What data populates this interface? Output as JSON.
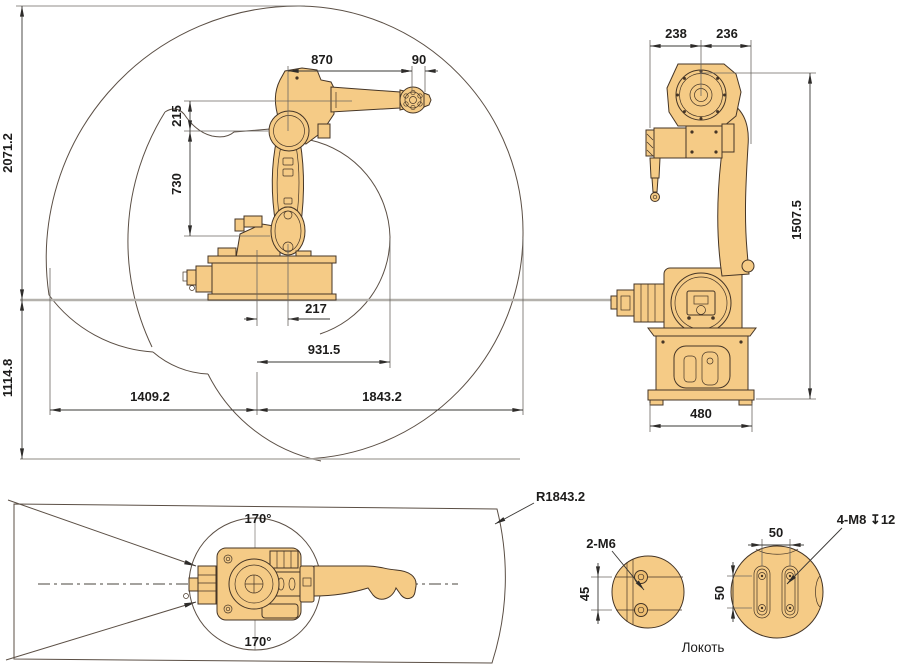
{
  "side": {
    "d870": "870",
    "d90": "90",
    "d215": "215",
    "d730": "730",
    "d2071": "2071.2",
    "d1114": "1114.8",
    "d217": "217",
    "d931": "931.5",
    "d1409": "1409.2",
    "d1843": "1843.2"
  },
  "front": {
    "d238": "238",
    "d236": "236",
    "d1507": "1507.5",
    "d480": "480"
  },
  "top": {
    "rot_top": "170°",
    "rot_bottom": "170°",
    "radius": "R1843.2"
  },
  "details": {
    "thread_left": "2-M6",
    "d45": "45",
    "d50h": "50",
    "d50v": "50",
    "thread_right": "4-M8 ↧12",
    "caption": "Локоть"
  },
  "colors": {
    "robot_body": "#F5CB86",
    "robot_outline": "#453526",
    "envelope_line": "#5B4F45",
    "dimension_line": "#3A3835",
    "ground_line": "#B4B1AC",
    "text": "#1D1C1B"
  }
}
